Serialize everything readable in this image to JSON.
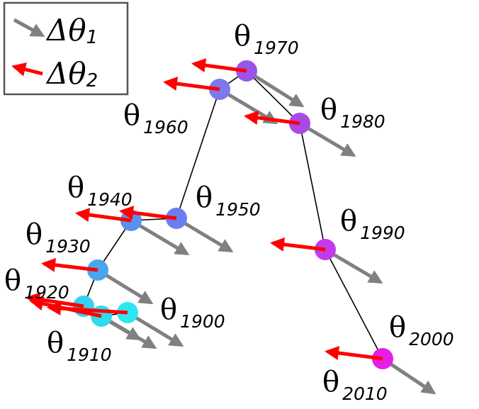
{
  "colors": {
    "grey_arrow": "#808080",
    "red_arrow": "#ff0000",
    "path_line": "#000000",
    "legend_border": "#555555"
  },
  "legend": {
    "items": [
      {
        "symbol": "Δθ",
        "sub": "1",
        "color": "grey",
        "icon": "grey-arrow-icon"
      },
      {
        "symbol": "Δθ",
        "sub": "2",
        "color": "red",
        "icon": "red-arrow-icon"
      }
    ]
  },
  "nodes": [
    {
      "symbol": "θ",
      "year": "1900",
      "color": "#2ee6f0"
    },
    {
      "symbol": "θ",
      "year": "1910",
      "color": "#2fdcef"
    },
    {
      "symbol": "θ",
      "year": "1920",
      "color": "#38d0f0"
    },
    {
      "symbol": "θ",
      "year": "1930",
      "color": "#4aa6ea"
    },
    {
      "symbol": "θ",
      "year": "1940",
      "color": "#5b8ff0"
    },
    {
      "symbol": "θ",
      "year": "1950",
      "color": "#6a7ef2"
    },
    {
      "symbol": "θ",
      "year": "1960",
      "color": "#7e78ee"
    },
    {
      "symbol": "θ",
      "year": "1970",
      "color": "#9a55e8"
    },
    {
      "symbol": "θ",
      "year": "1980",
      "color": "#a84ae8"
    },
    {
      "symbol": "θ",
      "year": "1990",
      "color": "#c43aeb"
    },
    {
      "symbol": "θ",
      "year": "2000",
      "color": "#e51fe7"
    },
    {
      "symbol": "θ",
      "year": "2010",
      "color": "#e51fe7"
    }
  ]
}
